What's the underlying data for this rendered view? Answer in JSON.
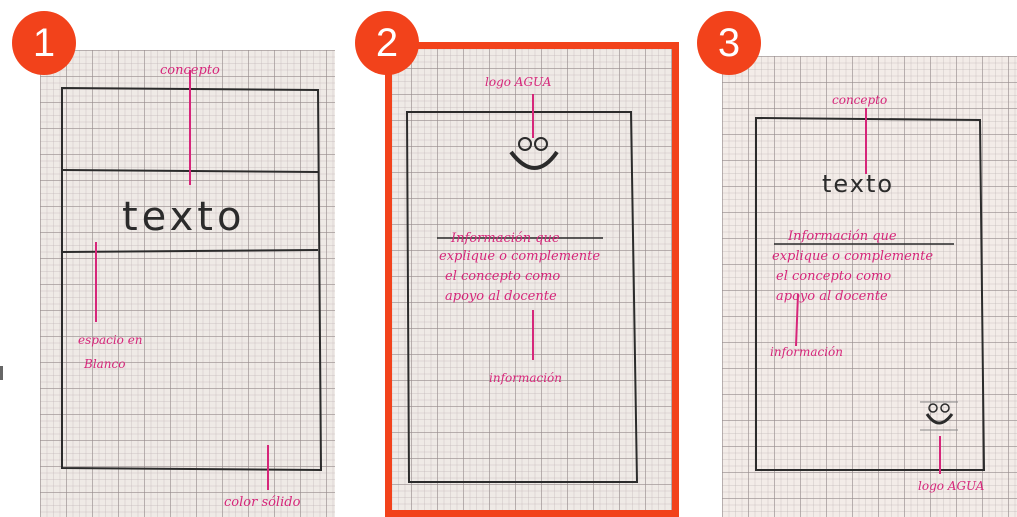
{
  "badges": [
    "1",
    "2",
    "3"
  ],
  "panel1": {
    "label_top": "concepto",
    "big_text": "texto",
    "label_blank_1": "espacio en",
    "label_blank_2": "Blanco",
    "label_bottom": "color sólido"
  },
  "panel2": {
    "label_logo": "logo AGUA",
    "info_lines": [
      "Información que",
      "explique o complemente",
      "el concepto como",
      "apoyo al docente"
    ],
    "label_info": "información"
  },
  "panel3": {
    "label_top": "concepto",
    "big_text": "texto",
    "info_lines": [
      "Información que",
      "explique o complemente",
      "el concepto como",
      "apoyo al docente"
    ],
    "label_info": "información",
    "label_logo": "logo AGUA"
  },
  "colors": {
    "badge": "#f2421b",
    "ink": "#d6267a",
    "pencil": "#2b2b2b",
    "paper": "#efeae6"
  }
}
